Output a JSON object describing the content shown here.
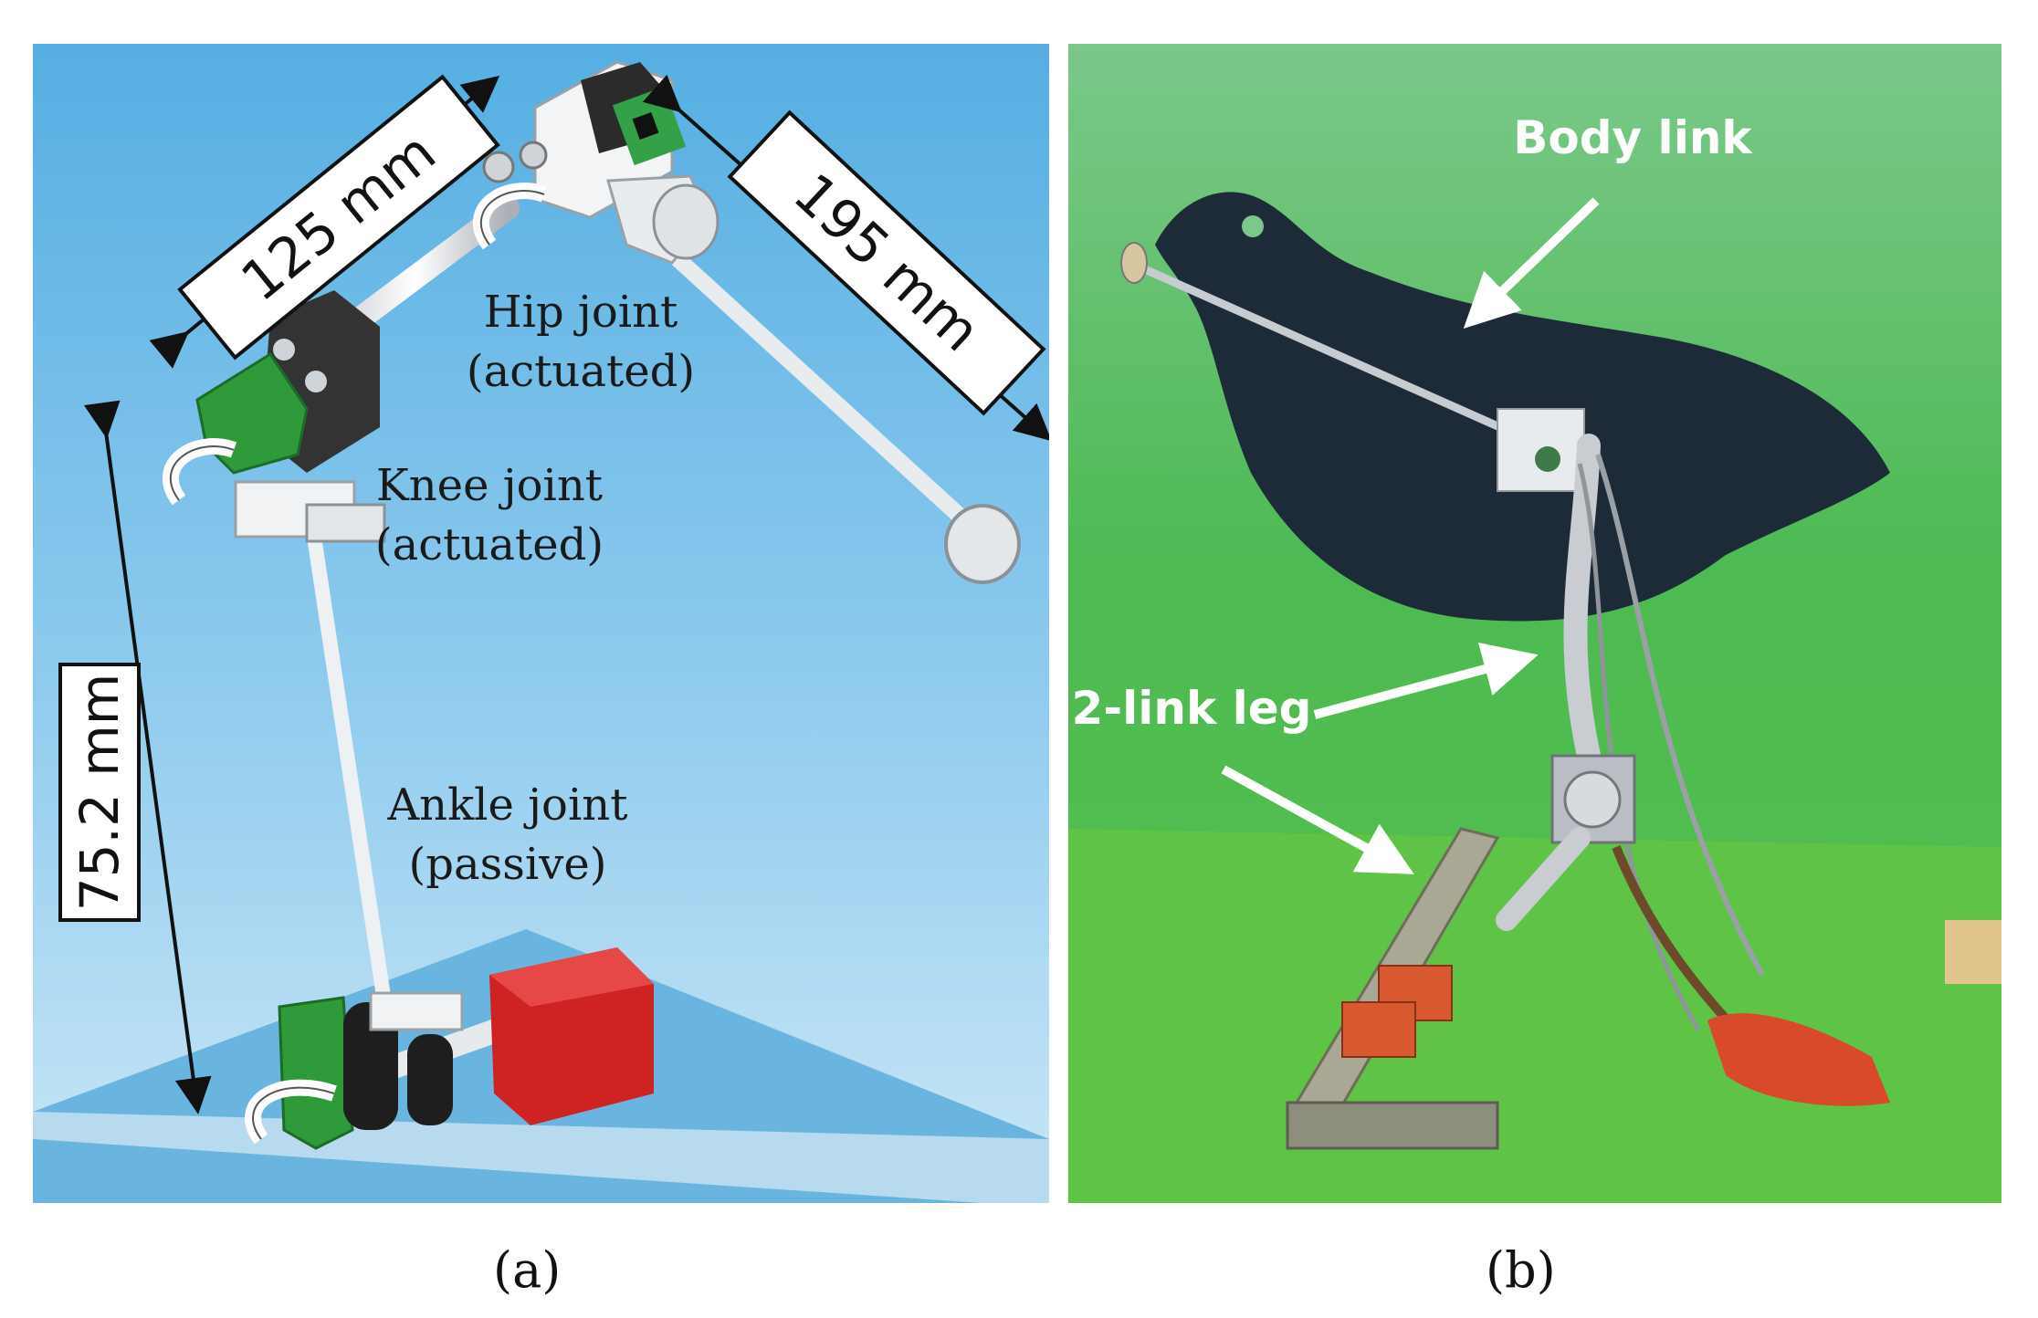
{
  "panel_a": {
    "caption": "(a)",
    "dimensions": {
      "d125": "125 mm",
      "d195": "195 mm",
      "d752": "75.2 mm"
    },
    "labels": {
      "hip_line1": "Hip joint",
      "hip_line2": "(actuated)",
      "knee_line1": "Knee joint",
      "knee_line2": "(actuated)",
      "ankle_line1": "Ankle joint",
      "ankle_line2": "(passive)"
    },
    "colors": {
      "background_top": "#5ab2e4",
      "floor": "#63b0de",
      "green_part": "#2e9a3a",
      "motor_red": "#cf2222"
    }
  },
  "panel_b": {
    "caption": "(b)",
    "labels": {
      "body_link": "Body link",
      "leg": "2-link leg"
    },
    "colors": {
      "background": "#4fbf52",
      "body_shape": "#1d2a38",
      "motor_block": "#d84a2a"
    }
  }
}
